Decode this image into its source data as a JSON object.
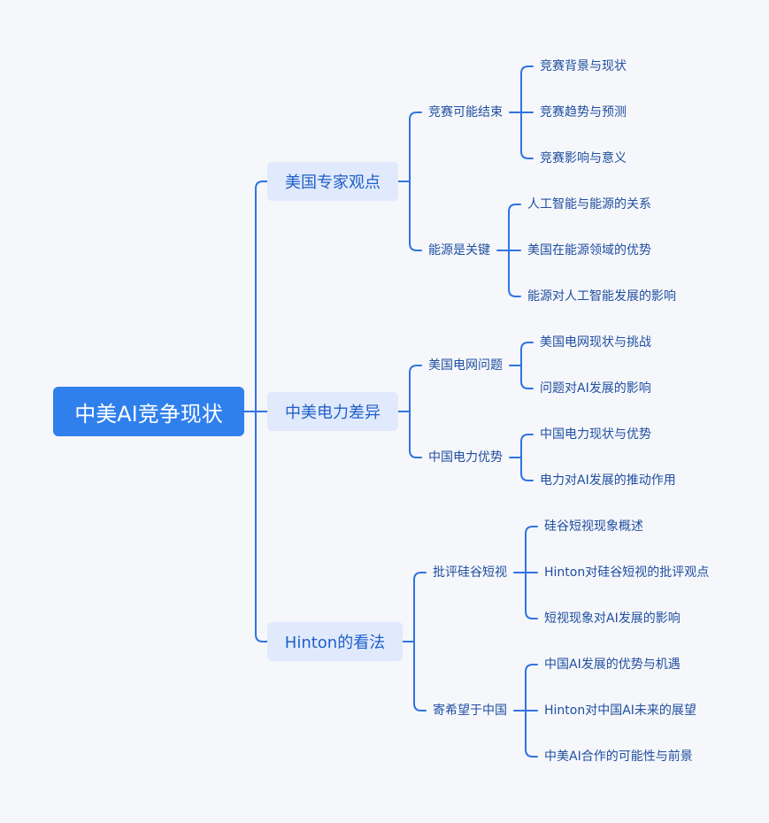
{
  "root": {
    "label": "中美AI竞争现状"
  },
  "branches": [
    {
      "label": "美国专家观点",
      "children": [
        {
          "label": "竞赛可能结束",
          "children": [
            "竞赛背景与现状",
            "竞赛趋势与预测",
            "竞赛影响与意义"
          ]
        },
        {
          "label": "能源是关键",
          "children": [
            "人工智能与能源的关系",
            "美国在能源领域的优势",
            "能源对人工智能发展的影响"
          ]
        }
      ]
    },
    {
      "label": "中美电力差异",
      "children": [
        {
          "label": "美国电网问题",
          "children": [
            "美国电网现状与挑战",
            "问题对AI发展的影响"
          ]
        },
        {
          "label": "中国电力优势",
          "children": [
            "中国电力现状与优势",
            "电力对AI发展的推动作用"
          ]
        }
      ]
    },
    {
      "label": "Hinton的看法",
      "children": [
        {
          "label": "批评硅谷短视",
          "children": [
            "硅谷短视现象概述",
            "Hinton对硅谷短视的批评观点",
            "短视现象对AI发展的影响"
          ]
        },
        {
          "label": "寄希望于中国",
          "children": [
            "中国AI发展的优势与机遇",
            "Hinton对中国AI未来的展望",
            "中美AI合作的可能性与前景"
          ]
        }
      ]
    }
  ],
  "colors": {
    "line": "#2f74e0",
    "root_bg": "#2f80ed",
    "branch_bg": "#e1eafc",
    "text": "#1f4fa0",
    "background": "#f6f7fb"
  }
}
